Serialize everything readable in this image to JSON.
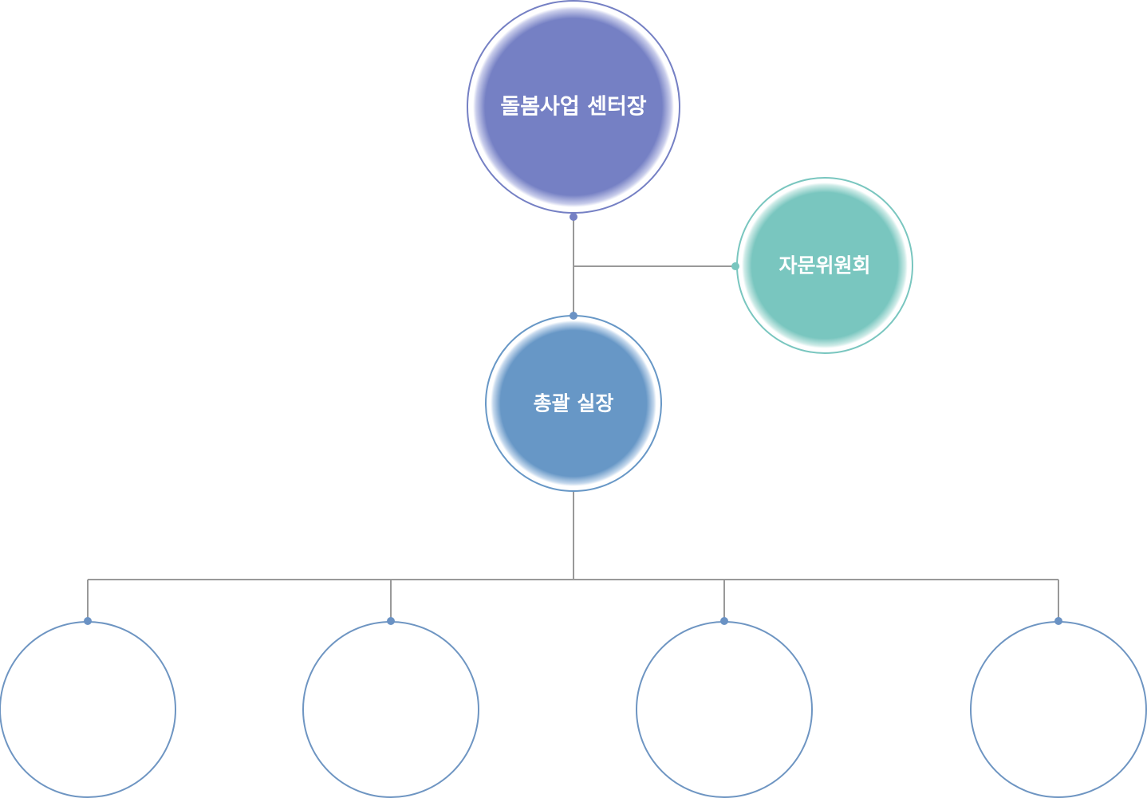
{
  "diagram": {
    "nodes": {
      "director": {
        "label": "돌봄사업 센터장",
        "color": "#7580c4",
        "ring": "#7580c4"
      },
      "advisory": {
        "label": "자문위원회",
        "color": "#79c6bf",
        "ring": "#79c6bf"
      },
      "manager": {
        "label": "총괄 실장",
        "color": "#6797c6",
        "ring": "#6797c6"
      },
      "team_1": {
        "label": ""
      },
      "team_2": {
        "label": ""
      },
      "team_3": {
        "label": ""
      },
      "team_4": {
        "label": ""
      }
    },
    "colors": {
      "connector": "#999999",
      "team_ring": "#6e95c2",
      "dot_director": "#7580c4",
      "dot_advisory": "#79c6bf",
      "dot_manager": "#6a92c4"
    }
  }
}
